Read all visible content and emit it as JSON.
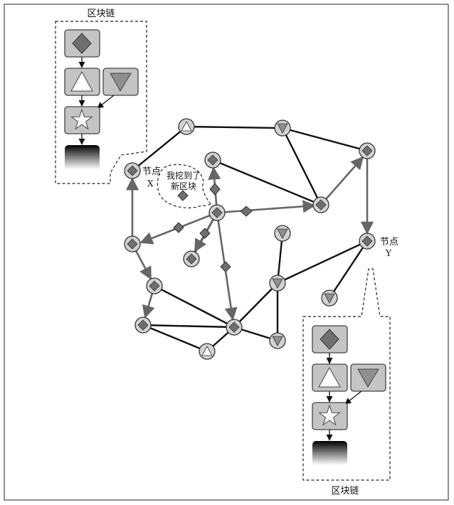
{
  "blockchain_left": {
    "title": "区块链"
  },
  "blockchain_right": {
    "title": "区块链"
  },
  "node_x": {
    "label_line1": "节点",
    "label_line2": "X"
  },
  "node_y": {
    "label_line1": "节点",
    "label_line2": "Y"
  },
  "bubble": {
    "line1": "我挖到了",
    "line2": "新区块"
  },
  "colors": {
    "block_fill": "#c4c4c4",
    "node_fill": "#d2d2d2",
    "diamond_fill": "#6f6f6f",
    "gradient_top": "#000000",
    "gradient_bottom": "#ffffff"
  }
}
